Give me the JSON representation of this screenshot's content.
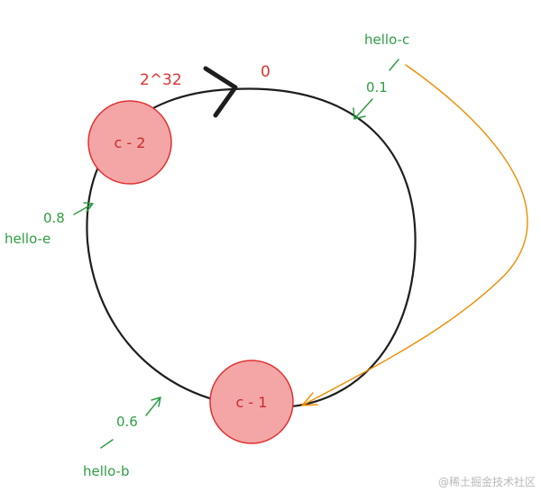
{
  "diagram": {
    "ring": {
      "start_label": "2^32",
      "zero_label": "0"
    },
    "nodes": [
      {
        "id": "c-2",
        "label": "c - 2"
      },
      {
        "id": "c-1",
        "label": "c - 1"
      }
    ],
    "keys": [
      {
        "name": "hello-c",
        "hash": "0.1"
      },
      {
        "name": "hello-e",
        "hash": "0.8"
      },
      {
        "name": "hello-b",
        "hash": "0.6"
      }
    ],
    "watermark": "@稀土掘金技术社区"
  },
  "colors": {
    "ring": "#1e1e1e",
    "node_fill": "#f4a6a6",
    "node_stroke": "#e03131",
    "node_text": "#c92a2a",
    "label_red": "#e03131",
    "key_green": "#2f9e44",
    "mapping_orange": "#f08c00",
    "watermark": "#b9b9b9"
  }
}
